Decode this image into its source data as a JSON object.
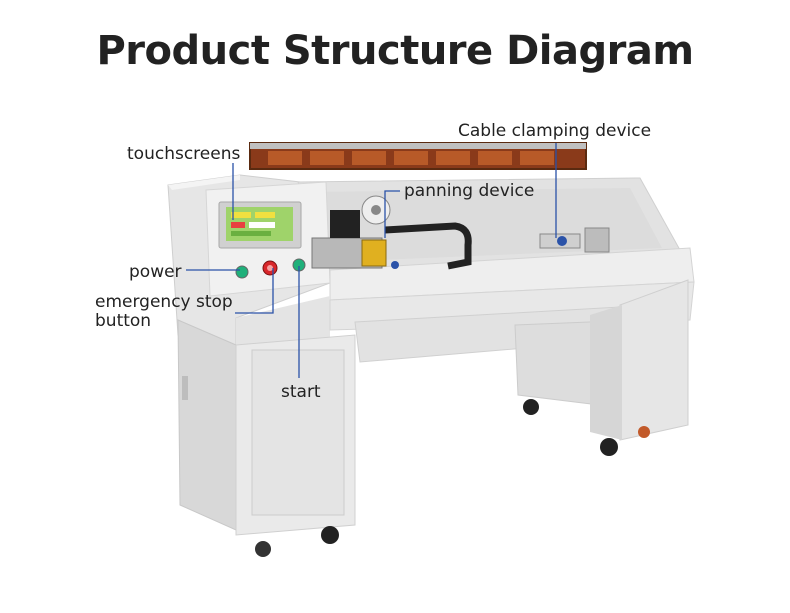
{
  "title": "Product Structure Diagram",
  "callouts": {
    "touchscreens": "touchscreens",
    "cable_clamping": "Cable clamping device",
    "panning": "panning device",
    "power": "power",
    "emergency_line1": "emergency stop",
    "emergency_line2": "button",
    "start": "start"
  },
  "colors": {
    "leader_line": "#2a52a8",
    "machine_body": "#eeeeee",
    "amber_window": "#8a3a1a",
    "emergency_button": "#d8262a",
    "power_button": "#1fb07a",
    "screen": "#9fd36a"
  }
}
